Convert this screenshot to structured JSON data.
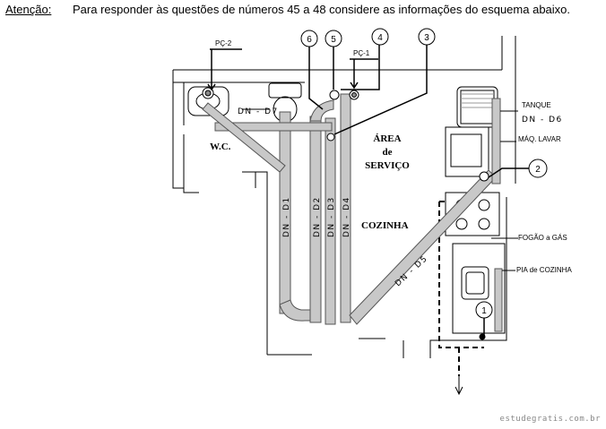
{
  "header": {
    "attention": "Atenção:",
    "instruction": "Para responder às questões de números 45 a 48 considere as informações do esquema abaixo."
  },
  "rooms": {
    "wc": "W.C.",
    "area_line1": "ÁREA",
    "area_line2": "de",
    "area_line3": "SERVIÇO",
    "kitchen": "COZINHA"
  },
  "pipes": {
    "d1": "DN - D1",
    "d2": "DN - D2",
    "d3": "DN - D3",
    "d4": "DN - D4",
    "d5": "DN - D5",
    "d6": "DN - D6",
    "d7": "DN - D7"
  },
  "fixtures": {
    "pc2": "PÇ-2",
    "pc1": "PÇ-1",
    "tanque": "TANQUE",
    "maq_lavar": "MÁQ. LAVAR",
    "fogao": "FOGÃO a GÁS",
    "pia": "PIA de COZINHA"
  },
  "callouts": [
    "1",
    "2",
    "3",
    "4",
    "5",
    "6"
  ],
  "watermark": "estudegratis.com.br",
  "colors": {
    "pipe": "#c8c8c8",
    "pipe_edge": "#555555",
    "line": "#000000"
  }
}
